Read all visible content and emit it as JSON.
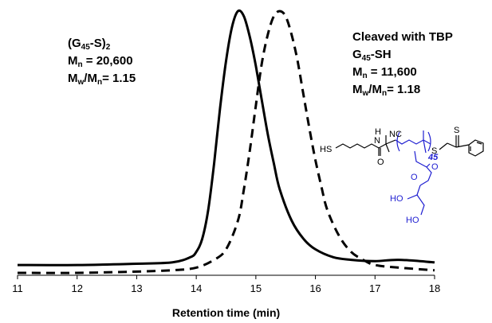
{
  "chart_data": {
    "type": "line",
    "xlabel": "Retention time (min)",
    "ylabel": "",
    "xlim": [
      11,
      18
    ],
    "xticks": [
      "11",
      "12",
      "13",
      "14",
      "15",
      "16",
      "17",
      "18"
    ],
    "grid": false,
    "series": [
      {
        "style": "solid",
        "color": "#000000",
        "x": [
          11.0,
          12.0,
          13.0,
          13.6,
          13.9,
          14.0,
          14.1,
          14.2,
          14.3,
          14.4,
          14.5,
          14.6,
          14.7,
          14.8,
          14.9,
          15.0,
          15.1,
          15.2,
          15.3,
          15.4,
          15.6,
          15.8,
          16.0,
          16.3,
          16.6,
          17.0,
          17.4,
          18.0
        ],
        "y": [
          0.03,
          0.03,
          0.035,
          0.04,
          0.06,
          0.08,
          0.13,
          0.24,
          0.42,
          0.63,
          0.81,
          0.94,
          1.0,
          0.98,
          0.9,
          0.79,
          0.66,
          0.53,
          0.42,
          0.32,
          0.2,
          0.13,
          0.09,
          0.06,
          0.05,
          0.045,
          0.05,
          0.04
        ]
      },
      {
        "style": "dashed",
        "color": "#000000",
        "x": [
          11.0,
          12.0,
          13.0,
          13.6,
          14.0,
          14.3,
          14.5,
          14.7,
          14.8,
          14.9,
          15.0,
          15.1,
          15.2,
          15.3,
          15.4,
          15.5,
          15.6,
          15.7,
          15.8,
          15.9,
          16.0,
          16.1,
          16.2,
          16.4,
          16.6,
          16.8,
          17.0,
          17.4,
          18.0
        ],
        "y": [
          0.0,
          0.0,
          0.005,
          0.01,
          0.02,
          0.05,
          0.09,
          0.2,
          0.32,
          0.47,
          0.64,
          0.8,
          0.91,
          0.98,
          1.0,
          0.98,
          0.91,
          0.81,
          0.68,
          0.55,
          0.43,
          0.33,
          0.24,
          0.14,
          0.08,
          0.05,
          0.03,
          0.02,
          0.01
        ]
      }
    ],
    "annotations": {
      "left": {
        "line1_a": "(G",
        "line1_sub": "45",
        "line1_b": "-S)",
        "line1_sub2": "2",
        "line2_a": "M",
        "line2_sub": "n",
        "line2_b": " = 20,600",
        "line3_a": "M",
        "line3_sub": "w",
        "line3_b": "/M",
        "line3_sub2": "n",
        "line3_c": "= 1.15"
      },
      "right": {
        "line0": "Cleaved with TBP",
        "line1_a": "G",
        "line1_sub": "45",
        "line1_b": "-SH",
        "line2_a": "M",
        "line2_sub": "n",
        "line2_b": " = 11,600",
        "line3_a": "M",
        "line3_sub": "w",
        "line3_b": "/M",
        "line3_sub2": "n",
        "line3_c": "= 1.18"
      }
    },
    "structure_labels": {
      "hs": "HS",
      "h": "H",
      "n": "N",
      "nc": "NC",
      "o1": "O",
      "s1": "S",
      "s2": "S",
      "dp": "45",
      "o2": "O",
      "o3": "O",
      "ho1": "HO",
      "ho2": "HO"
    },
    "colors": {
      "line": "#000000",
      "structure_blue": "#1f1fd1"
    }
  }
}
